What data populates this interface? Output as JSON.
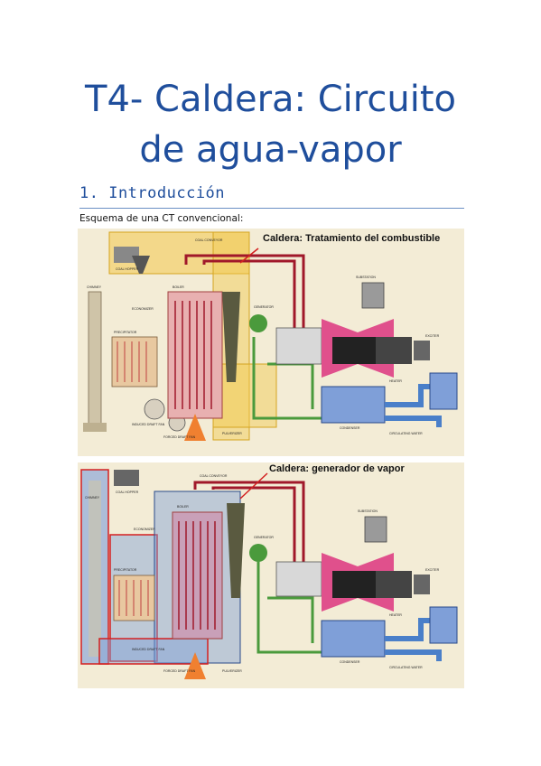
{
  "document": {
    "title_line1": "T4- Caldera: Circuito",
    "title_line2": "de agua-vapor",
    "section_heading": "1. Introducción",
    "caption": "Esquema de una CT convencional:"
  },
  "diagram1": {
    "overlay_label": "Caldera: Tratamiento del combustible",
    "labels": {
      "coal_hopper": "COAL HOPPER",
      "coal_conveyor": "COAL CONVEYOR",
      "chimney": "CHIMNEY",
      "economizer": "ECONOMIZER",
      "boiler": "BOILER",
      "precipitator": "PRECIPITATOR",
      "generator": "GENERATOR",
      "substation": "SUBSTATION",
      "exciter": "EXCITER",
      "condenser": "CONDENSER",
      "heater": "HEATER",
      "circulating_water": "CIRCULATING WATER",
      "induced_draft_fan": "INDUCED DRAFT FAN",
      "forced_draft_fan": "FORCED DRAFT FAN",
      "pulverizer": "PULVERIZER"
    }
  },
  "diagram2": {
    "overlay_label": "Caldera: generador de vapor",
    "labels": {
      "coal_hopper": "COAL HOPPER",
      "coal_conveyor": "COAL CONVEYOR",
      "chimney": "CHIMNEY",
      "economizer": "ECONOMIZER",
      "boiler": "BOILER",
      "precipitator": "PRECIPITATOR",
      "generator": "GENERATOR",
      "substation": "SUBSTATION",
      "exciter": "EXCITER",
      "condenser": "CONDENSER",
      "heater": "HEATER",
      "circulating_water": "CIRCULATING WATER",
      "induced_draft_fan": "INDUCED DRAFT FAN",
      "forced_draft_fan": "FORCED DRAFT FAN",
      "pulverizer": "PULVERIZER"
    }
  },
  "colors": {
    "title": "#1f4e9c",
    "diagram_bg": "#f3ecd6",
    "highlight_yellow": "#f2c94c",
    "highlight_blue": "#7f9fd8",
    "highlight_red": "#d42020",
    "steam_red": "#a0182a",
    "water_green": "#4a9a3c",
    "turbine_pink": "#e0508c",
    "water_blue": "#4a7fc9"
  }
}
